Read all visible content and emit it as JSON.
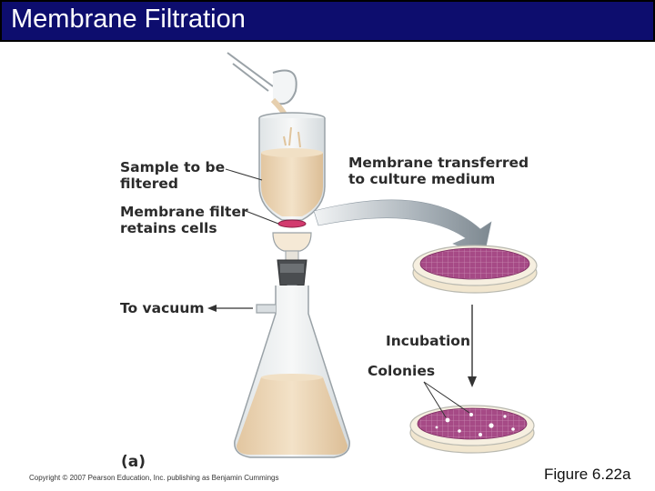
{
  "slide": {
    "title": "Membrane Filtration",
    "copyright": "Copyright © 2007 Pearson Education, Inc. publishing as Benjamin Cummings",
    "figure_id": "Figure 6.22a"
  },
  "diagram": {
    "labels": {
      "sample_line1": "Sample to be",
      "sample_line2": "filtered",
      "membrane_line1": "Membrane filter",
      "membrane_line2": "retains cells",
      "vacuum": "To vacuum",
      "transfer_line1": "Membrane transferred",
      "transfer_line2": "to culture medium",
      "incubation": "Incubation",
      "colonies": "Colonies",
      "panel": "(a)"
    },
    "colors": {
      "title_bar": "#0d0d6e",
      "sample_fluid": "#ecd6b6",
      "membrane": "#d23a6e",
      "culture_medium": "#a64a86",
      "arrow_gray": "#8f9aa3"
    }
  }
}
